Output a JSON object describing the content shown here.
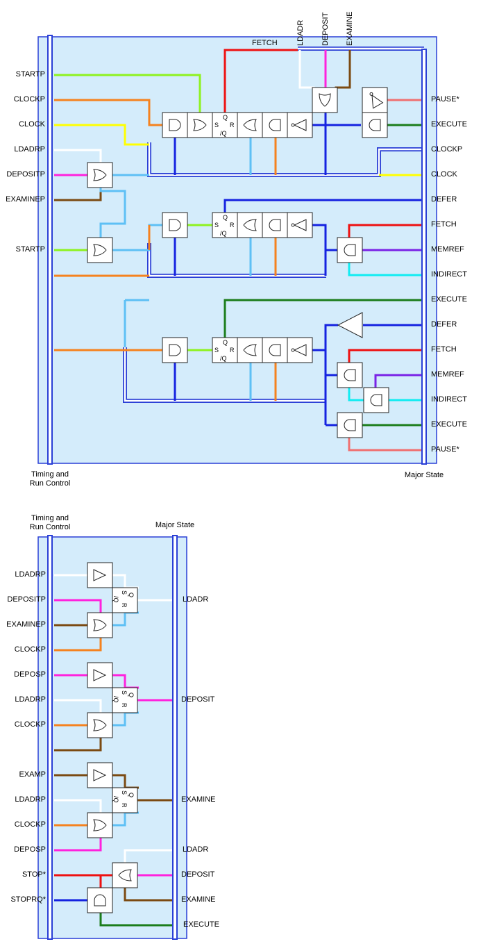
{
  "colors": {
    "panel_fill": "#d4ecfb",
    "panel_border": "#2a3fd6",
    "bus": "#2a3fd6",
    "white": "#ffffff",
    "orange": "#f5821f",
    "yellow": "#ffff00",
    "lime": "#8ef21f",
    "magenta": "#ff22dd",
    "brown": "#7b4a12",
    "red": "#ee1111",
    "blue": "#1522e0",
    "skyblue": "#5ec0f5",
    "green": "#1b7d1b",
    "purple": "#7a22e6",
    "cyan": "#11ecf2",
    "salmon": "#f07070"
  },
  "top_panel": {
    "left_bus_caption": "Timing and\nRun Control",
    "right_bus_caption": "Major State",
    "top_labels": [
      "FETCH",
      "LDADR",
      "DEPOSIT",
      "EXAMINE"
    ],
    "left_labels": [
      "STARTP",
      "CLOCKP",
      "CLOCK",
      "LDADRP",
      "DEPOSITP",
      "EXAMINEP",
      "STARTP"
    ],
    "right_labels": [
      "PAUSE*",
      "EXECUTE",
      "CLOCKP",
      "CLOCK",
      "DEFER",
      "FETCH",
      "MEMREF",
      "INDIRECT",
      "EXECUTE",
      "DEFER",
      "FETCH",
      "MEMREF",
      "INDIRECT",
      "EXECUTE",
      "PAUSE*"
    ]
  },
  "bottom_panel": {
    "left_bus_caption": "Timing and\nRun Control",
    "right_bus_caption": "Major State",
    "left_labels": [
      "LDADRP",
      "DEPOSITP",
      "EXAMINEP",
      "CLOCKP",
      "DEPOSP",
      "LDADRP",
      "CLOCKP",
      "EXAMP",
      "LDADRP",
      "CLOCKP",
      "DEPOSP",
      "STOP*",
      "STOPRQ*"
    ],
    "right_labels": [
      "LDADR",
      "DEPOSIT",
      "EXAMINE",
      "LDADR",
      "DEPOSIT",
      "EXAMINE",
      "EXECUTE"
    ]
  },
  "flipflop_pins": {
    "q": "Q",
    "s": "S",
    "r": "R",
    "nq": "/Q"
  }
}
